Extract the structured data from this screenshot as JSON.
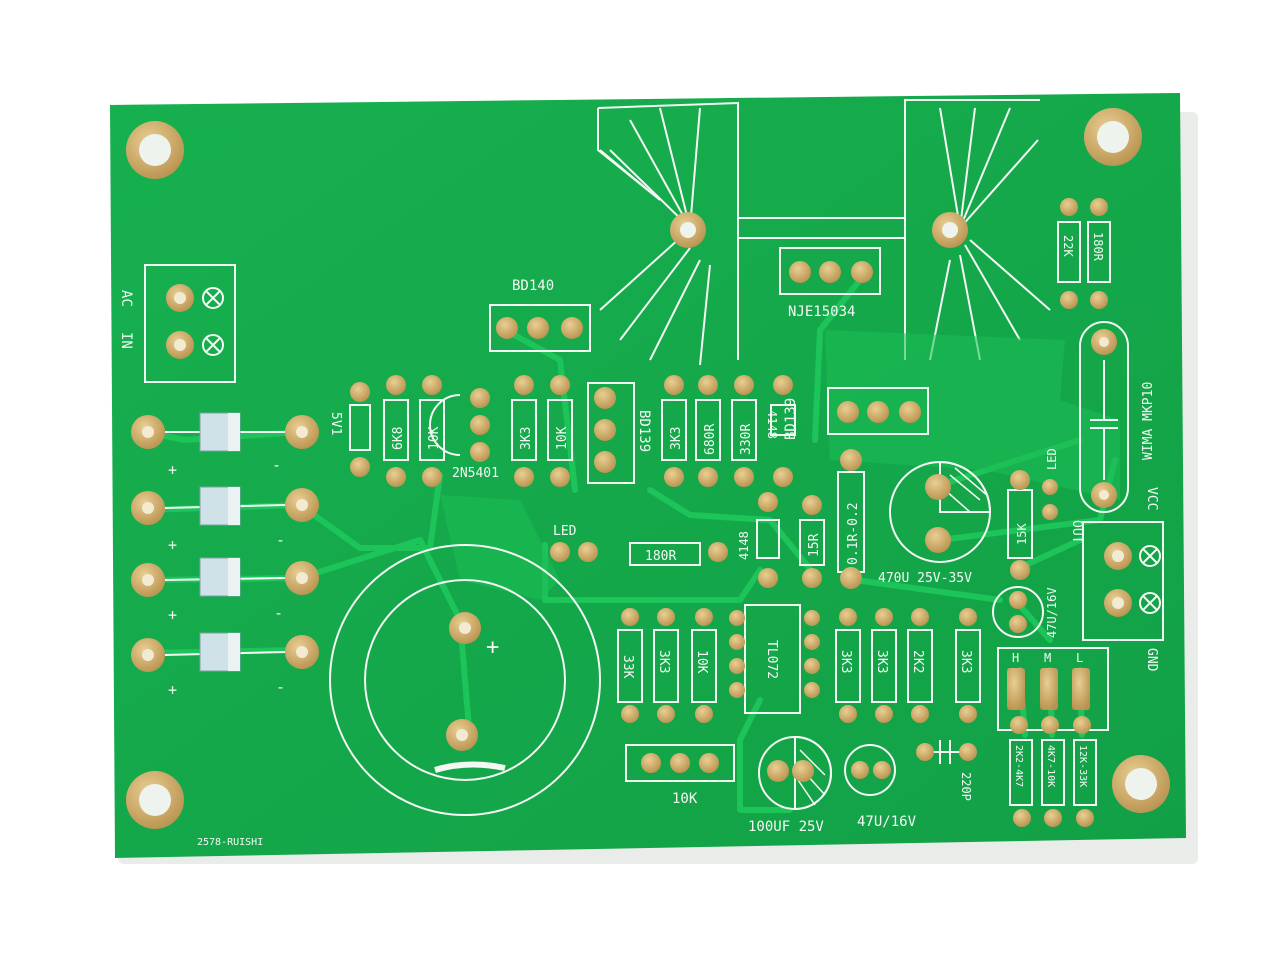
{
  "colors": {
    "board": "#14a84a",
    "board_dark": "#0f8f3c",
    "trace": "#1bbd55",
    "pad": "#c9a464",
    "pad_hole": "#f3ead2",
    "silk": "#f4f8f4",
    "background": "#ffffff"
  },
  "labels": {
    "ac_in_1": "AC",
    "ac_in_2": "IN",
    "bd140": "BD140",
    "bd139_a": "BD139",
    "bd139_b": "BD139",
    "nje": "NJE15034",
    "led_top": "LED",
    "led_mid": "LED",
    "res_5v1": "5V1",
    "res_6k8": "6K8",
    "res_10k_a": "10K",
    "tr_2n5401": "2N5401",
    "res_3k3_a": "3K3",
    "res_10k_b": "10K",
    "res_3k3_b": "3K3",
    "res_680r": "680R",
    "res_330r": "330R",
    "diode_4148_a": "4148",
    "diode_4148_b": "4148",
    "res_15r": "15R",
    "res_01r": "0.1R-0.2",
    "cap_470u": "470U 25V-35V",
    "res_15k": "15K",
    "res_22k": "22K",
    "res_180r_top": "180R",
    "wima": "WIMA MKP10",
    "vcc": "VCC",
    "out": "OUT",
    "gnd": "GND",
    "res_180r_mid": "180R",
    "res_33k": "33K",
    "res_3k3_c": "3K3",
    "res_10k_c": "10K",
    "ic_tl072": "TL072",
    "res_3k3_d": "3K3",
    "res_3k3_e": "3K3",
    "res_2k2": "2K2",
    "res_3k3_f": "3K3",
    "cap_47u_a": "47U/16V",
    "sw_h": "H",
    "sw_m": "M",
    "sw_l": "L",
    "res_2k2_4k7": "2K2-4K7",
    "res_4k7_10k": "4K7-10K",
    "res_12k_33k": "12K-33K",
    "pot_10k": "10K",
    "cap_100uf": "100UF 25V",
    "cap_47u_b": "47U/16V",
    "cap_220p": "220P",
    "board_id": "2578-RUISHI",
    "plus": "+",
    "minus": "-"
  }
}
